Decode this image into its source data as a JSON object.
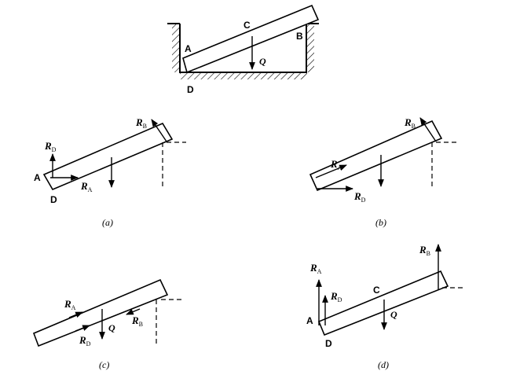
{
  "top": {
    "A": "A",
    "B": "B",
    "C": "C",
    "D": "D",
    "Q": "Q"
  },
  "panels": {
    "a": {
      "caption": "(a)",
      "RB": {
        "main": "R",
        "sub": "B"
      },
      "RD": {
        "main": "R",
        "sub": "D"
      },
      "RA": {
        "main": "R",
        "sub": "A"
      },
      "A": "A",
      "D": "D"
    },
    "b": {
      "caption": "(b)",
      "RB": {
        "main": "R",
        "sub": "B"
      },
      "RA": {
        "main": "R",
        "sub": "A"
      },
      "RD": {
        "main": "R",
        "sub": "D"
      }
    },
    "c": {
      "caption": "(c)",
      "RA": {
        "main": "R",
        "sub": "A"
      },
      "RD": {
        "main": "R",
        "sub": "D"
      },
      "RB": {
        "main": "R",
        "sub": "B"
      },
      "Q": "Q"
    },
    "d": {
      "caption": "(d)",
      "RB": {
        "main": "R",
        "sub": "B"
      },
      "RA": {
        "main": "R",
        "sub": "A"
      },
      "RD": {
        "main": "R",
        "sub": "D"
      },
      "C": "C",
      "Q": "Q",
      "A": "A",
      "D": "D"
    }
  }
}
